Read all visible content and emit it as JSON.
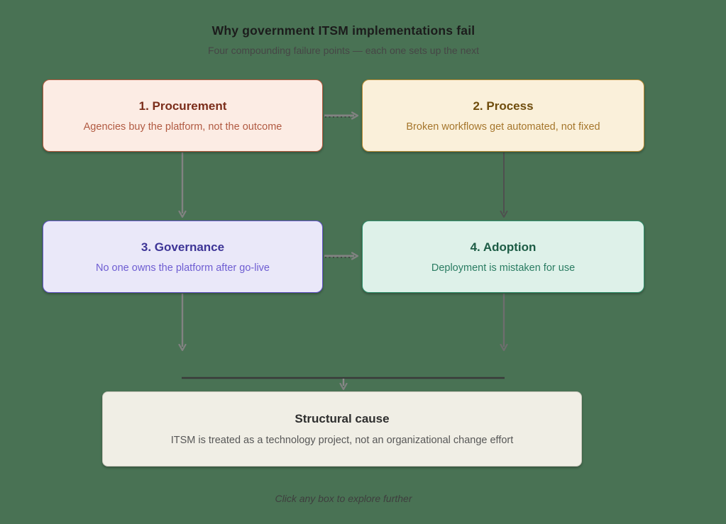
{
  "title": "Why government ITSM implementations fail",
  "subtitle": "Four compounding failure points — each one sets up the next",
  "footer_hint": "Click any box to explore further",
  "colors": {
    "background": "#497254",
    "arrow_gray": "#828282",
    "arrow_dark": "#4f4f4f",
    "connector_line": "#3a3a3a"
  },
  "nodes": [
    {
      "id": "procurement",
      "title": "1. Procurement",
      "description": "Agencies buy the platform, not the outcome",
      "fill": "#fcece4",
      "border": "#b45a3e",
      "title_color": "#7b2d1a",
      "description_color": "#b15a42"
    },
    {
      "id": "process",
      "title": "2. Process",
      "description": "Broken workflows get automated, not fixed",
      "fill": "#faf0da",
      "border": "#b78b33",
      "title_color": "#6f4d0d",
      "description_color": "#a5762c"
    },
    {
      "id": "governance",
      "title": "3. Governance",
      "description": "No one owns the platform after go-live",
      "fill": "#eae8f9",
      "border": "#6456cb",
      "title_color": "#3d3496",
      "description_color": "#6e5dd2"
    },
    {
      "id": "adoption",
      "title": "4. Adoption",
      "description": "Deployment is mistaken for use",
      "fill": "#def1e9",
      "border": "#2f8f6c",
      "title_color": "#1d5c45",
      "description_color": "#2a7c62"
    },
    {
      "id": "structural-cause",
      "title": "Structural cause",
      "description": "ITSM is treated as a technology project, not an organizational change effort",
      "fill": "#f0eee5",
      "border": "#c9c6bc",
      "title_color": "#2e2e2e",
      "description_color": "#575757"
    }
  ],
  "edges": [
    {
      "from": "procurement",
      "to": "process"
    },
    {
      "from": "procurement",
      "to": "governance"
    },
    {
      "from": "process",
      "to": "adoption"
    },
    {
      "from": "governance",
      "to": "adoption"
    },
    {
      "from": "governance",
      "to": "structural-cause"
    },
    {
      "from": "adoption",
      "to": "structural-cause"
    }
  ]
}
